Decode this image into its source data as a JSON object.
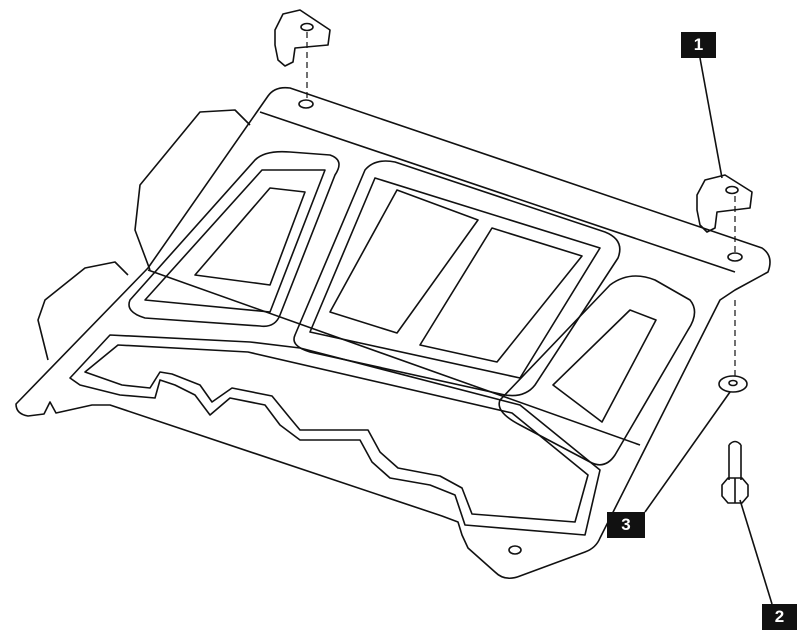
{
  "diagram": {
    "type": "exploded assembly view",
    "callouts": [
      {
        "id": "1",
        "label": "1",
        "part": "bracket"
      },
      {
        "id": "2",
        "label": "2",
        "part": "bolt"
      },
      {
        "id": "3",
        "label": "3",
        "part": "washer"
      }
    ],
    "colors": {
      "line": "#111111",
      "label_bg": "#111111",
      "label_text": "#ffffff"
    }
  }
}
